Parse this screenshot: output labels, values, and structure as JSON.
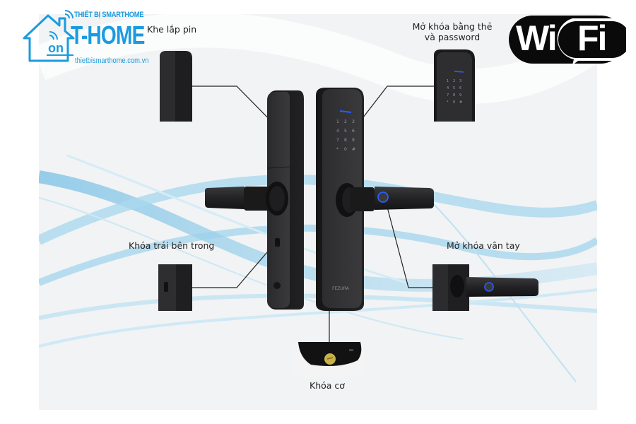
{
  "brand": {
    "tagline": "THIẾT BỊ SMARTHOME",
    "name": "T-HOME",
    "website": "thietbismarthome.com.vn",
    "color": "#1a9be0"
  },
  "wifi_badge": {
    "part1": "Wi",
    "part2": "Fi"
  },
  "product": {
    "logo_text": "FEZURA",
    "keypad_keys": [
      "1",
      "2",
      "3",
      "4",
      "5",
      "6",
      "7",
      "8",
      "9",
      "*",
      "0",
      "#"
    ]
  },
  "callouts": [
    {
      "id": "battery",
      "label": "Khe lắp pin"
    },
    {
      "id": "card-password",
      "label_line1": "Mở khóa bằng thẻ",
      "label_line2": "và password"
    },
    {
      "id": "inner-lock",
      "label": "Khóa trái bên trong"
    },
    {
      "id": "fingerprint",
      "label": "Mở khóa vân tay"
    },
    {
      "id": "mechanical-key",
      "label": "Khóa cơ"
    }
  ],
  "colors": {
    "accent_blue": "#2b5cff",
    "body_dark": "#1c1c1e",
    "wave_blue": "#8fcbe8"
  }
}
